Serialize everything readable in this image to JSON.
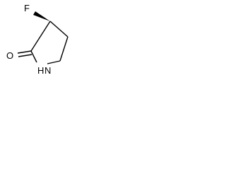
{
  "molecule": {
    "atoms": {
      "fluorine": "F",
      "oxygen": "O",
      "nitrogen_h": "H",
      "nitrogen": "N"
    },
    "colors": {
      "bond": "#000000",
      "background": "#ffffff"
    }
  }
}
